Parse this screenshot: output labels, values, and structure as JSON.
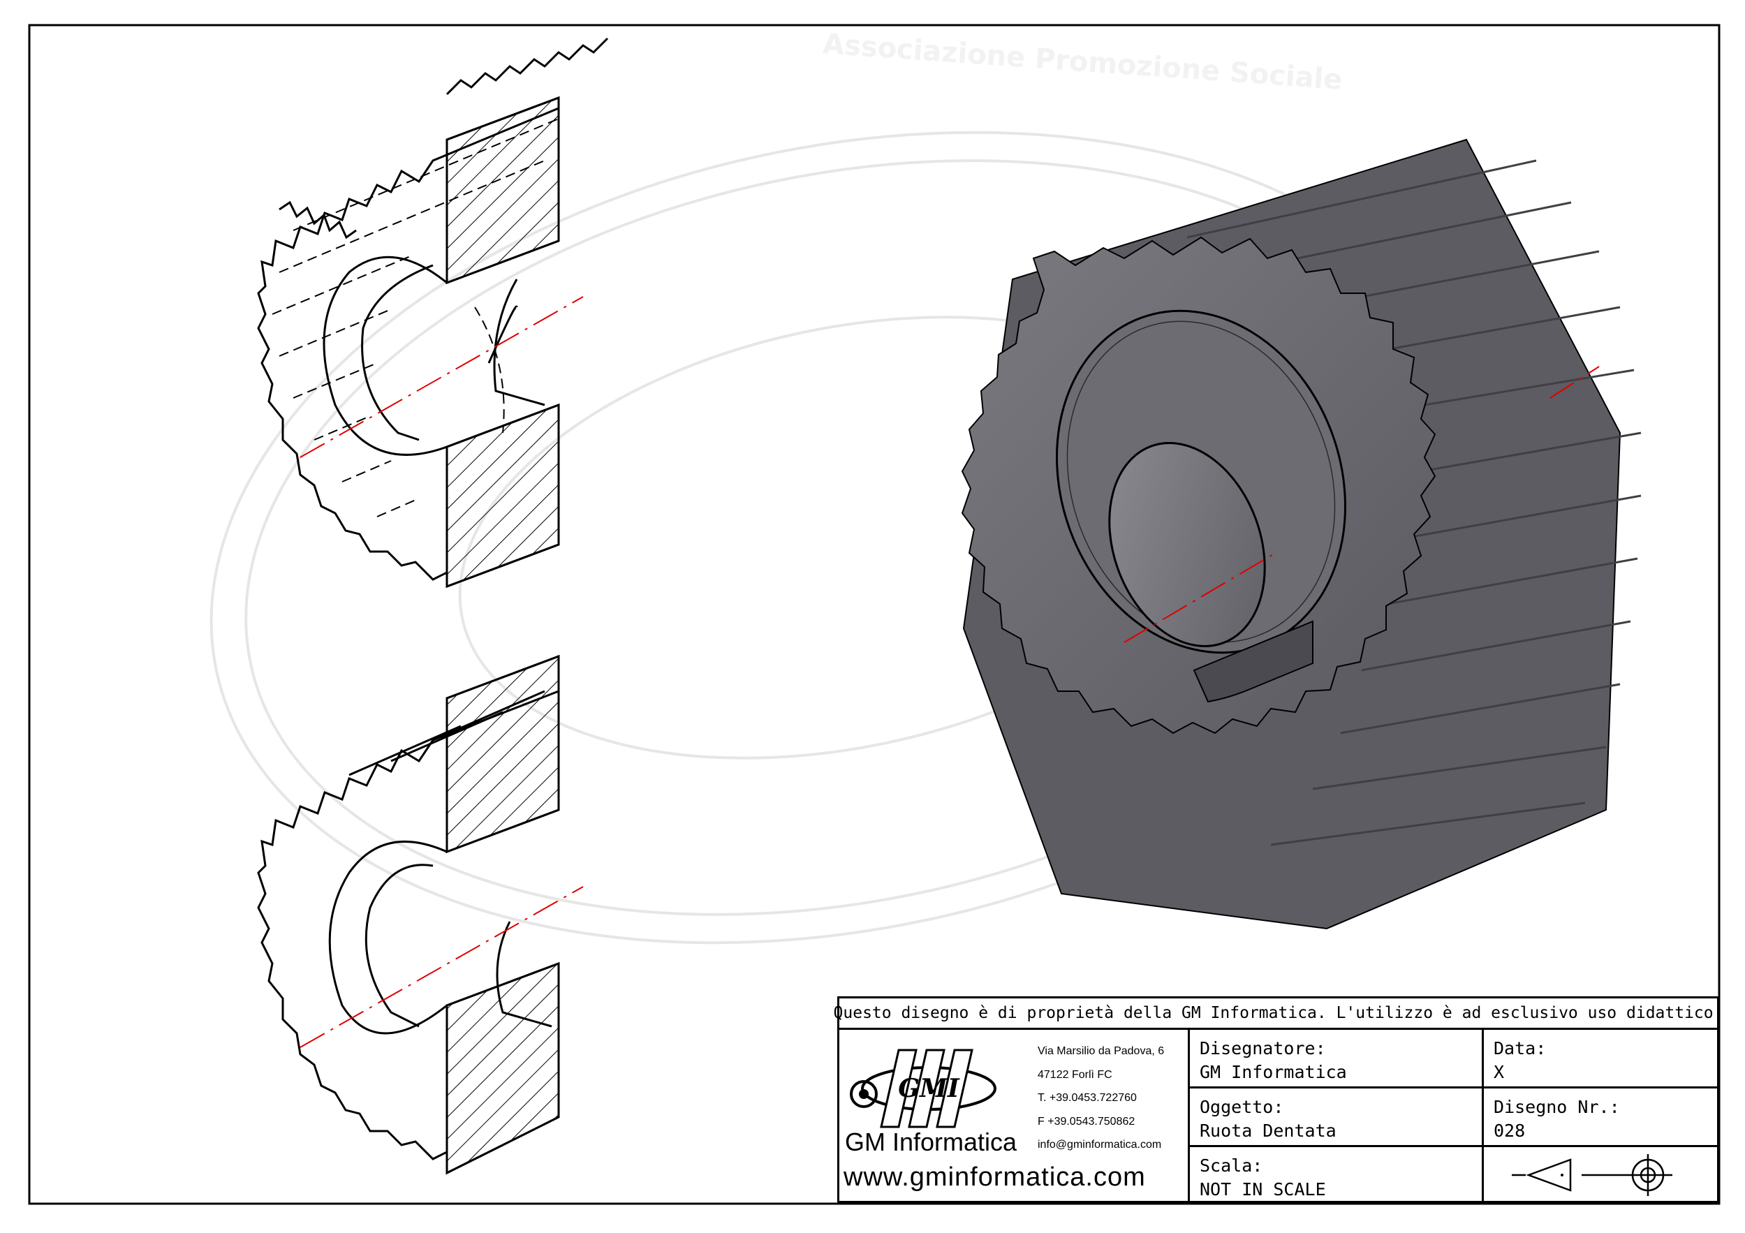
{
  "watermark": {
    "top_line": "Associazione Promozione Sociale"
  },
  "title_block": {
    "notice": "Questo disegno è di proprietà della GM Informatica. L'utilizzo è ad esclusivo uso didattico.",
    "logo_text": "GMI",
    "company_name": "GM Informatica",
    "website": "www.gminformatica.com",
    "address": [
      "Via Marsilio da Padova, 6",
      "47122  Forlì  FC",
      "T. +39.0453.722760",
      "F +39.0543.750862",
      "info@gminformatica.com"
    ],
    "fields": {
      "designer_label": "Disegnatore:",
      "designer_value": "GM  Informatica",
      "date_label": "Data:",
      "date_value": "X",
      "object_label": "Oggetto:",
      "object_value": "Ruota  Dentata",
      "drawing_no_label": "Disegno  Nr.:",
      "drawing_no_value": "028",
      "scale_label": "Scala:",
      "scale_value": "NOT  IN  SCALE"
    },
    "projection_symbol": "first-angle-projection-icon"
  },
  "colors": {
    "frame": "#000000",
    "gear_fill": "#6b6b70",
    "gear_light": "#8a8a90",
    "gear_dark": "#4a4a50",
    "centerline": "#e00000",
    "watermark": "#e4e4e4"
  }
}
